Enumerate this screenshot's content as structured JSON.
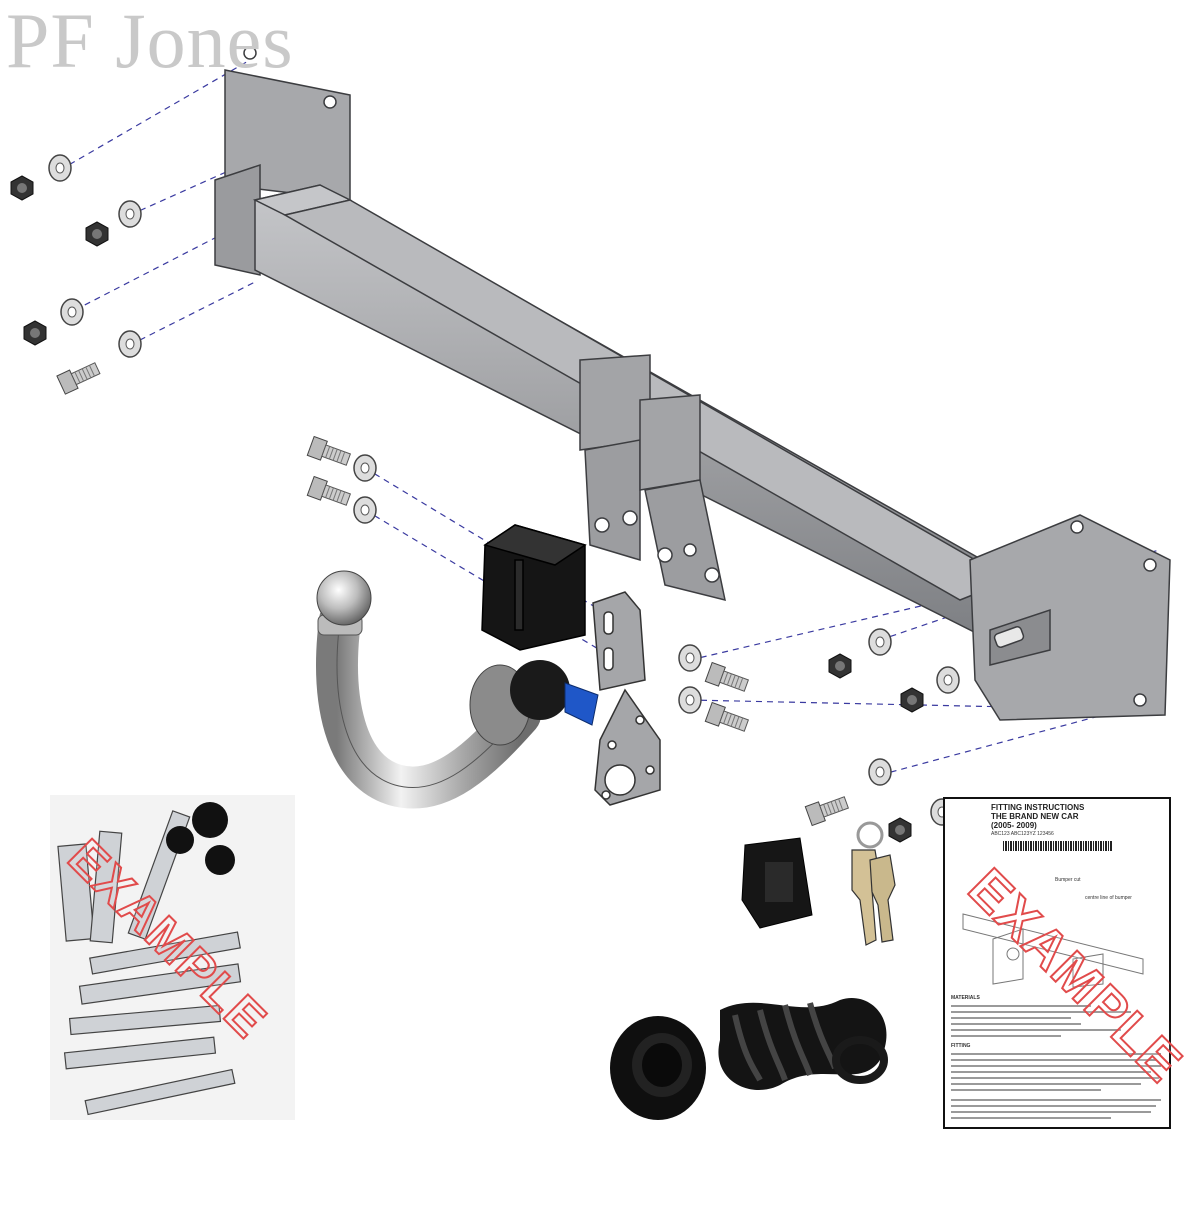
{
  "watermark": "PF Jones",
  "stamps": {
    "bag_stamp": "EXAMPLE",
    "sheet_stamp": "EXAMPLE"
  },
  "instruction_sheet": {
    "heading_1": "FITTING INSTRUCTIONS",
    "heading_2": "THE BRAND NEW CAR",
    "heading_3": "(2005- 2009)",
    "part_codes": "ABC123 ABC123YZ 123456",
    "callout_1": "Bumper cut",
    "callout_2": "centre line of bumper",
    "materials_label": "MATERIALS",
    "fitting_label": "FITTING"
  },
  "colors": {
    "steel": "#a9aaad",
    "steel_dark": "#6f7175",
    "chrome": "#c8c8c8",
    "module": "#151515",
    "guide_line": "#3a3aa0",
    "stamp_red": "#e14b4b"
  }
}
